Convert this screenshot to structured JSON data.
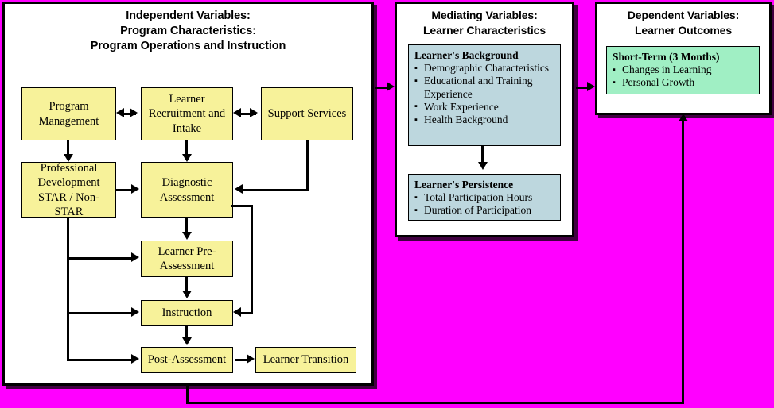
{
  "diagram": {
    "background_color": "#FF00FF",
    "panels": [
      {
        "id": "independent",
        "title_lines": [
          "Independent Variables:",
          "Program Characteristics:",
          "Program Operations and Instruction"
        ],
        "boxes": [
          {
            "id": "program-management",
            "label": "Program Management"
          },
          {
            "id": "learner-recruitment",
            "label": "Learner Recruitment and Intake"
          },
          {
            "id": "support-services",
            "label": "Support Services"
          },
          {
            "id": "professional-development",
            "label": "Professional Development STAR / Non- STAR"
          },
          {
            "id": "diagnostic-assessment",
            "label": "Diagnostic Assessment"
          },
          {
            "id": "learner-pre-assessment",
            "label": "Learner Pre-Assessment"
          },
          {
            "id": "instruction",
            "label": "Instruction"
          },
          {
            "id": "post-assessment",
            "label": "Post-Assessment"
          },
          {
            "id": "learner-transition",
            "label": "Learner Transition"
          }
        ],
        "box_color": "#F7F29A"
      },
      {
        "id": "mediating",
        "title_lines": [
          "Mediating Variables:",
          "Learner Characteristics"
        ],
        "groups": [
          {
            "id": "learners-background",
            "heading": "Learner's Background",
            "color": "#BDD7DE",
            "items": [
              "Demographic Characteristics",
              "Educational and Training Experience",
              "Work Experience",
              "Health Background"
            ]
          },
          {
            "id": "learners-persistence",
            "heading": "Learner's Persistence",
            "color": "#BDD7DE",
            "items": [
              "Total Participation Hours",
              "Duration of Participation"
            ]
          }
        ]
      },
      {
        "id": "dependent",
        "title_lines": [
          "Dependent Variables:",
          "Learner Outcomes"
        ],
        "groups": [
          {
            "id": "short-term",
            "heading": "Short-Term (3 Months)",
            "color": "#A0EFC4",
            "items": [
              "Changes in Learning",
              "Personal Growth"
            ]
          }
        ]
      }
    ]
  }
}
